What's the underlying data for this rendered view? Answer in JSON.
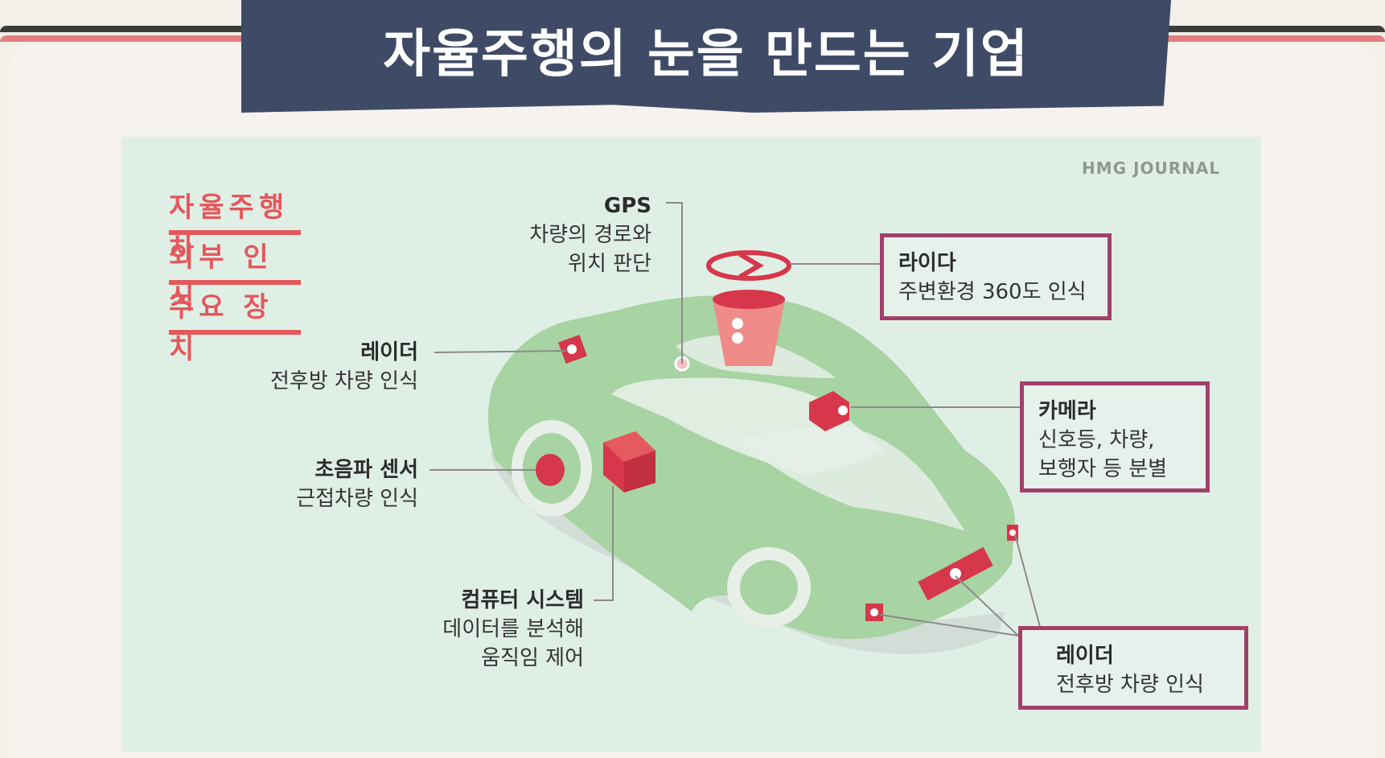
{
  "title": "자율주행의 눈을 만드는 기업",
  "brand": "HMG JOURNAL",
  "heading": [
    "자율주행차",
    "외부 인식",
    "주요 장치"
  ],
  "labels": {
    "gps": {
      "title": "GPS",
      "lines": [
        "차량의 경로와",
        "위치 판단"
      ]
    },
    "radar_front": {
      "title": "레이더",
      "lines": [
        "전후방 차량 인식"
      ]
    },
    "ultrasonic": {
      "title": "초음파 센서",
      "lines": [
        "근접차량 인식"
      ]
    },
    "computer": {
      "title": "컴퓨터 시스템",
      "lines": [
        "데이터를 분석해",
        "움직임 제어"
      ]
    },
    "lidar": {
      "title": "라이다",
      "lines": [
        "주변환경 360도 인식"
      ]
    },
    "camera": {
      "title": "카메라",
      "lines": [
        "신호등, 차량,",
        "보행자 등 분별"
      ]
    },
    "radar_rear": {
      "title": "레이더",
      "lines": [
        "전후방 차량 인식"
      ]
    }
  },
  "colors": {
    "banner": "#3f4b66",
    "accent": "#e5575b",
    "box_border": "#a2406a",
    "car": "#a8d3a2",
    "panel": "#e0efe6"
  }
}
